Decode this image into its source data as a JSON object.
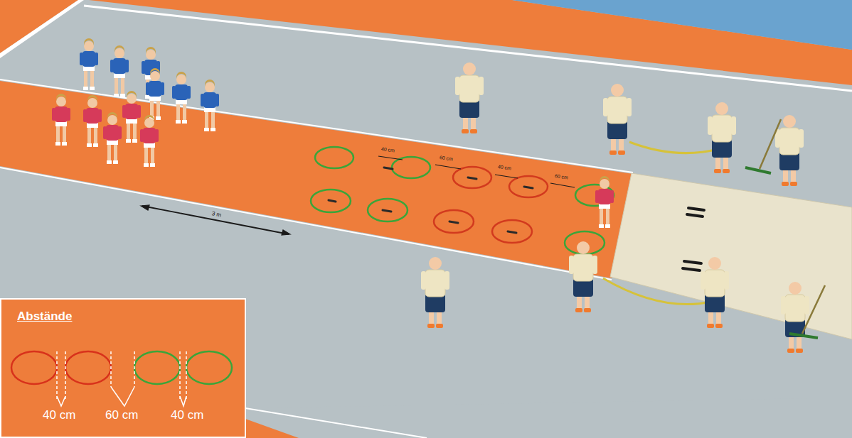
{
  "diagram": {
    "nodes": [
      {
        "text": [
          "Abstände"
        ]
      }
    ],
    "labels": [
      "40 cm",
      "60 cm",
      "40 cm",
      "40 cm",
      "60 cm",
      "40 cm",
      "60 cm",
      "3 m"
    ]
  }
}
